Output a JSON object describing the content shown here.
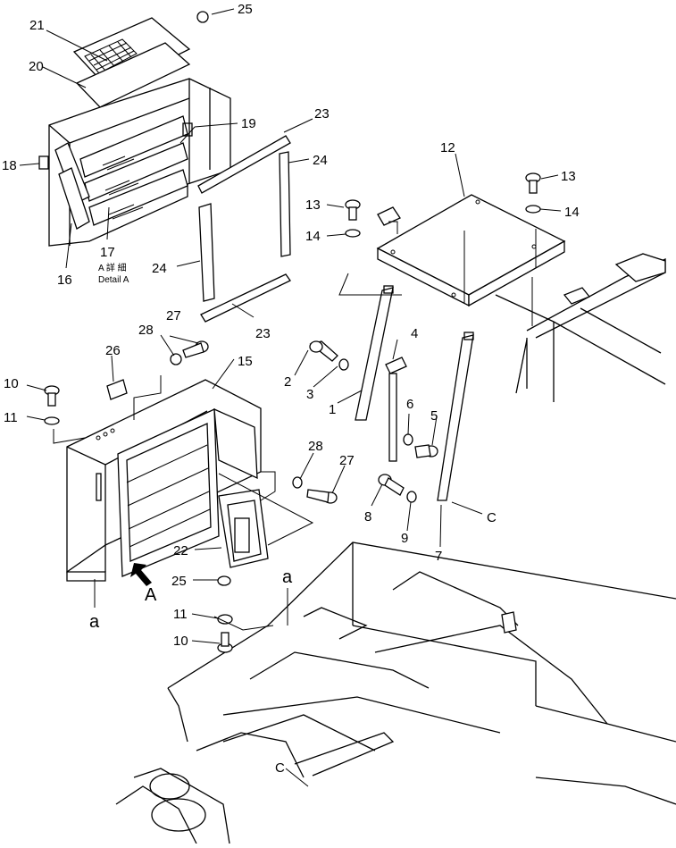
{
  "callouts": {
    "c1": "1",
    "c2": "2",
    "c3": "3",
    "c4": "4",
    "c5": "5",
    "c6": "6",
    "c7": "7",
    "c8": "8",
    "c9": "9",
    "c10a": "10",
    "c10b": "10",
    "c11a": "11",
    "c11b": "11",
    "c12": "12",
    "c13a": "13",
    "c13b": "13",
    "c14a": "14",
    "c14b": "14",
    "c15": "15",
    "c16": "16",
    "c17": "17",
    "c18": "18",
    "c19": "19",
    "c20": "20",
    "c21": "21",
    "c22": "22",
    "c23a": "23",
    "c23b": "23",
    "c24a": "24",
    "c24b": "24",
    "c25a": "25",
    "c25b": "25",
    "c26": "26",
    "c27a": "27",
    "c27b": "27",
    "c28a": "28",
    "c28b": "28"
  },
  "refs": {
    "arrow_a": "A",
    "a1": "a",
    "a2": "a",
    "c_upper": "C",
    "c_lower": "C"
  },
  "detail": {
    "line1": "A 詳 細",
    "line2": "Detail A"
  }
}
